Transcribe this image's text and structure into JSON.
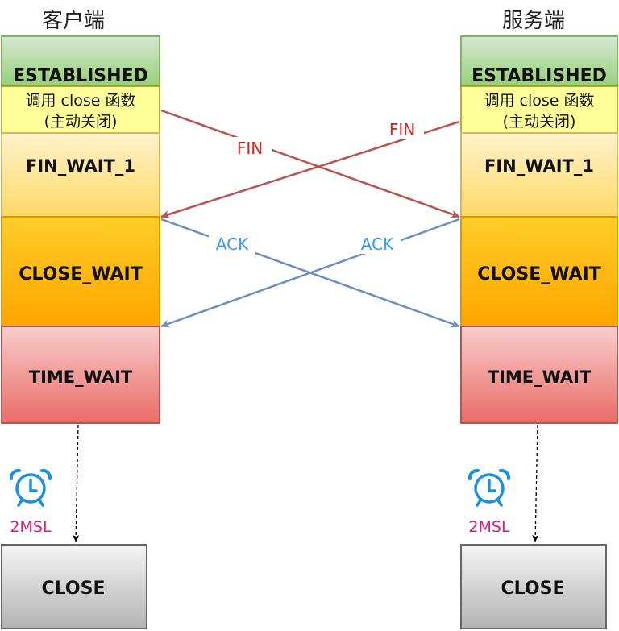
{
  "client": {
    "title": "客户端",
    "states": {
      "established": "ESTABLISHED",
      "fin_wait_1": "FIN_WAIT_1",
      "close_wait": "CLOSE_WAIT",
      "time_wait": "TIME_WAIT",
      "close": "CLOSE"
    },
    "action": {
      "line1": "调用 close 函数",
      "line2": "(主动关闭)"
    },
    "timer_label": "2MSL"
  },
  "server": {
    "title": "服务端",
    "states": {
      "established": "ESTABLISHED",
      "fin_wait_1": "FIN_WAIT_1",
      "close_wait": "CLOSE_WAIT",
      "time_wait": "TIME_WAIT",
      "close": "CLOSE"
    },
    "action": {
      "line1": "调用 close 函数",
      "line2": "(主动关闭)"
    },
    "timer_label": "2MSL"
  },
  "messages": {
    "client_fin": "FIN",
    "server_fin": "FIN",
    "client_ack": "ACK",
    "server_ack": "ACK"
  },
  "colors": {
    "fin_arrow": "#b85450",
    "ack_arrow": "#6c8ebf",
    "fin_text": "#e02020",
    "ack_text": "#3399ff",
    "timer_text": "#e0187a",
    "clock_icon": "#1b8fe0"
  },
  "icons": {
    "timer": "alarm-clock-icon"
  }
}
